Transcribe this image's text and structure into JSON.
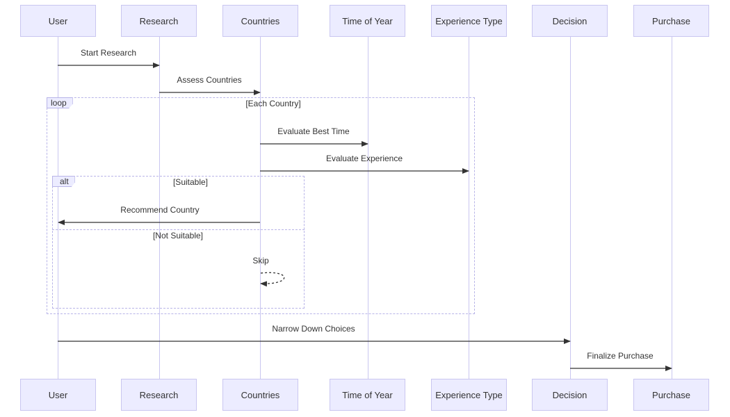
{
  "actors": [
    "User",
    "Research",
    "Countries",
    "Time of Year",
    "Experience Type",
    "Decision",
    "Purchase"
  ],
  "messages": [
    {
      "from": "User",
      "to": "Research",
      "text": "Start Research"
    },
    {
      "from": "Research",
      "to": "Countries",
      "text": "Assess Countries"
    },
    {
      "from": "Countries",
      "to": "Time of Year",
      "text": "Evaluate Best Time"
    },
    {
      "from": "Countries",
      "to": "Experience Type",
      "text": "Evaluate Experience"
    },
    {
      "from": "Countries",
      "to": "User",
      "text": "Recommend Country"
    },
    {
      "from": "Countries",
      "to": "Countries",
      "text": "Skip",
      "self": true,
      "dashed": true
    },
    {
      "from": "User",
      "to": "Decision",
      "text": "Narrow Down Choices"
    },
    {
      "from": "Decision",
      "to": "Purchase",
      "text": "Finalize Purchase"
    }
  ],
  "loop": {
    "label": "loop",
    "condition": "[Each Country]"
  },
  "alt": {
    "label": "alt",
    "condition": "[Suitable]",
    "else_condition": "[Not Suitable]"
  },
  "colors": {
    "actor_fill": "#ECECFF",
    "actor_border": "#c9c6f0",
    "line": "#333333"
  }
}
